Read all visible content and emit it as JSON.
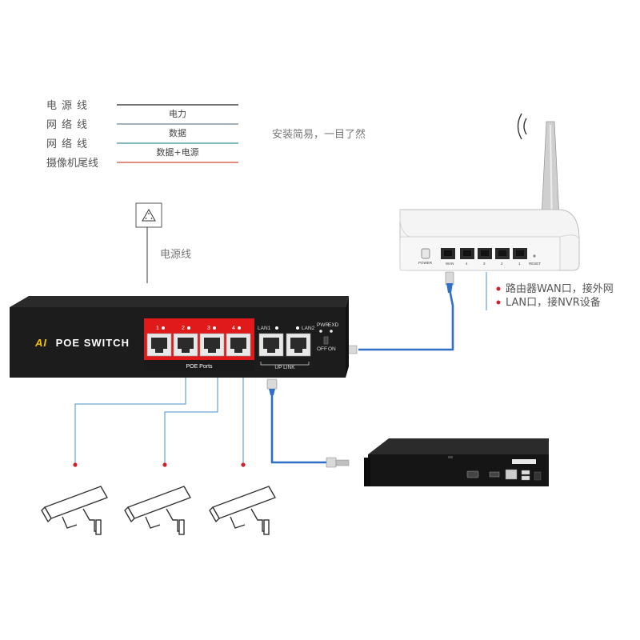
{
  "legend": {
    "items": [
      {
        "label": "电源线",
        "caption": "电力",
        "color": "#222222"
      },
      {
        "label": "网络线",
        "caption": "数据",
        "color": "#6e8596"
      },
      {
        "label": "网络线",
        "caption": "数据+电源",
        "color": "#3a8fa0"
      },
      {
        "label": "摄像机尾线",
        "caption": "",
        "color": "#d04a3a"
      }
    ],
    "note": "安装简易，一目了然"
  },
  "power": {
    "label": "电源线"
  },
  "switch": {
    "brand_ai": "AI",
    "brand": "POE SWITCH",
    "poe_ports_label": "POE Ports",
    "port_numbers": [
      "1",
      "2",
      "3",
      "4"
    ],
    "lan1": "LAN1",
    "lan2": "LAN2",
    "uplink_label": "UP LINK",
    "pwr": "PWR",
    "exd": "EXD",
    "off": "OFF",
    "on": "ON",
    "accent_color": "#e01a1a"
  },
  "router": {
    "note_line1": "路由器WAN口，接外网",
    "note_line2": "LAN口，接NVR设备",
    "power_label": "POWER",
    "wan_label": "WAN",
    "port_labels": [
      "4",
      "3",
      "2",
      "1"
    ],
    "reset_label": "RESET",
    "signal_icon": "wifi-signal-icon"
  },
  "colors": {
    "cable_blue": "#2f6fc8",
    "thin_blue": "#4a90c8",
    "camera_dot": "#d0202a",
    "switch_body": "#1c1c1c"
  }
}
